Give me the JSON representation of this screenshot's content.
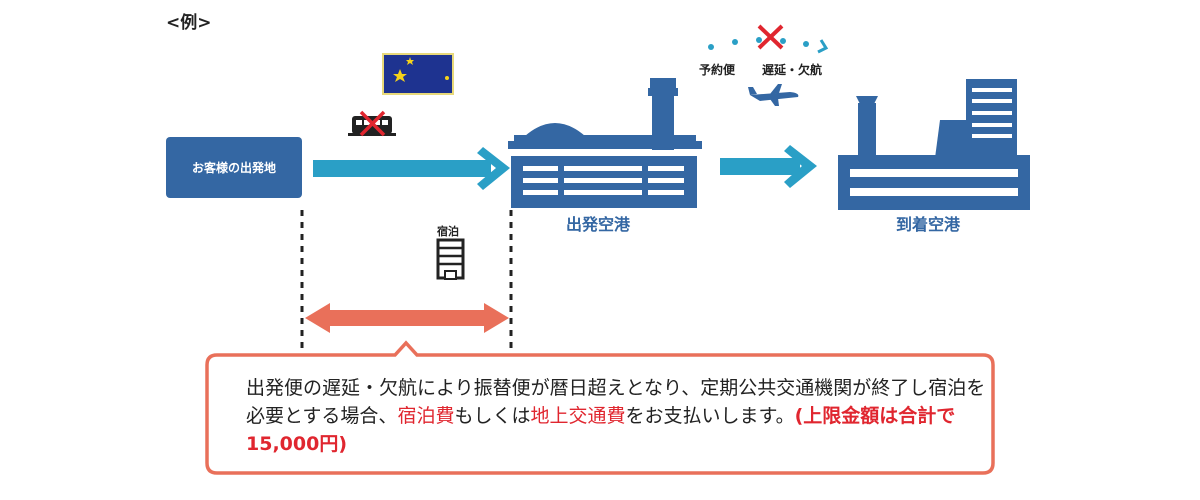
{
  "example_label": "<例>",
  "origin": {
    "label": "お客様の出発地"
  },
  "departure_airport": {
    "label": "出発空港"
  },
  "arrival_airport": {
    "label": "到着空港"
  },
  "flight": {
    "reserved_label": "予約便",
    "delay_label": "遅延・欠航"
  },
  "lodging": {
    "label": "宿泊"
  },
  "icons": {
    "night": "night-moon-stars-icon",
    "train_cancelled": "train-cancelled-icon",
    "hotel": "hotel-building-icon",
    "plane": "airplane-icon",
    "cancel_mark": "cancel-x-icon"
  },
  "callout": {
    "text_part1": "出発便の遅延・欠航により振替便が暦日超えとなり、定期公共交通機関が終了し宿泊を必要とする場合、",
    "highlight1": "宿泊費",
    "text_part2": "もしくは",
    "highlight2": "地上交通費",
    "text_part3": "をお支払いします。",
    "limit_note": "(上限金額は合計で15,000円)"
  },
  "colors": {
    "navy": "#3467a3",
    "arrow_blue": "#2a9fc6",
    "callout_red": "#e9705a",
    "highlight_red": "#e0262f",
    "night_bg": "#1e3390",
    "moon_yellow": "#f5d21a"
  }
}
